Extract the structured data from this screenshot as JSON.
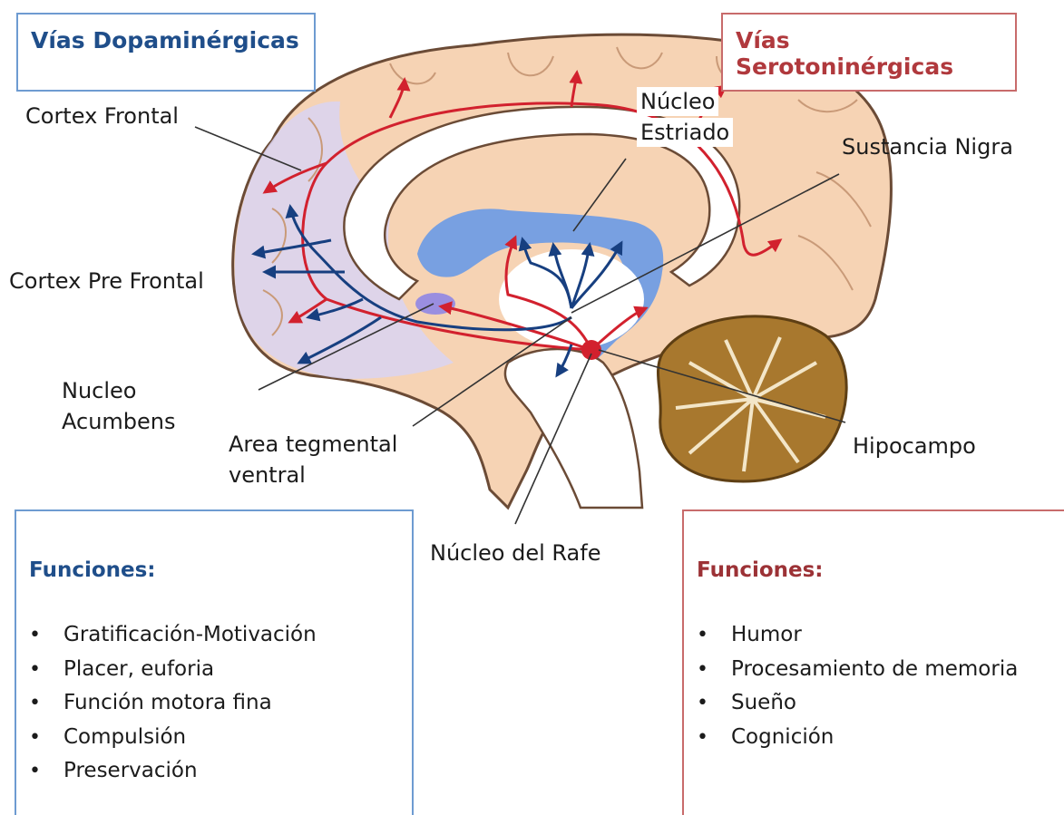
{
  "legend": {
    "dopaminergic": {
      "title": "Vías Dopaminérgicas",
      "color": "#1f4e8a"
    },
    "serotonergic": {
      "title": "Vías Serotoninérgicas",
      "color": "#d64545"
    }
  },
  "labels": {
    "cortex_frontal": "Cortex Frontal",
    "cortex_pre_frontal": "Cortex Pre Frontal",
    "nucleo_acumbens_line1": "Nucleo",
    "nucleo_acumbens_line2": "Acumbens",
    "area_tegmental_line1": "Area tegmental",
    "area_tegmental_line2": "ventral",
    "nucleo_estriado_line1": "Núcleo",
    "nucleo_estriado_line2": "Estriado",
    "sustancia_nigra": "Sustancia Nigra",
    "hipocampo": "Hipocampo",
    "nucleo_rafe": "Núcleo del Rafe"
  },
  "functions": {
    "dopaminergic": {
      "title": "Funciones:",
      "items": [
        "Gratificación-Motivación",
        "Placer, euforia",
        "Función motora fina",
        "Compulsión",
        "Preservación"
      ]
    },
    "serotonergic": {
      "title": "Funciones:",
      "items": [
        "Humor",
        "Procesamiento de memoria",
        "Sueño",
        "Cognición"
      ]
    }
  },
  "colors": {
    "brain_fill": "#f6d3b4",
    "brain_outline": "#6b4b36",
    "frontal_highlight": "#d9d4f2",
    "ventricle_blue": "#6a9ae6",
    "cerebellum": "#a8782e",
    "dopamine_arrow": "#173f80",
    "serotonin_arrow": "#d2212e"
  }
}
